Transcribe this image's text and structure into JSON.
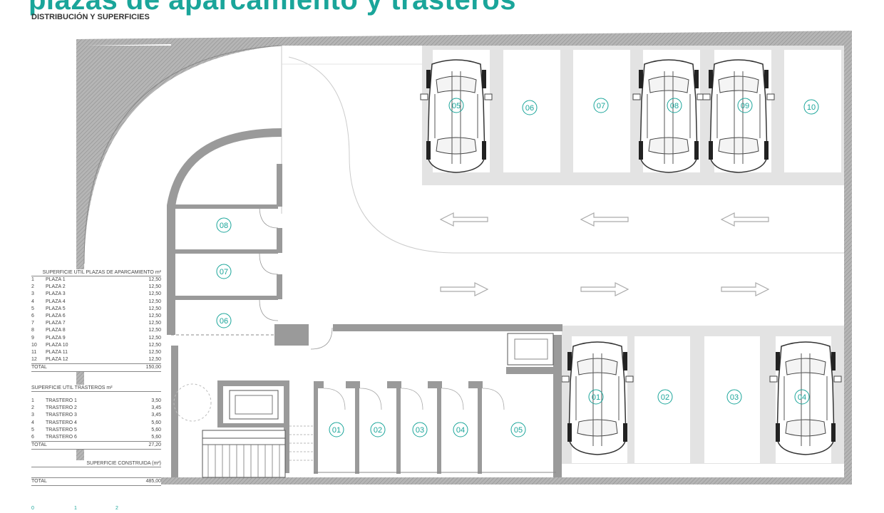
{
  "header": {
    "title": "plazas de aparcamiento y trasteros",
    "subtitle": "DISTRIBUCIÓN Y SUPERFICIES"
  },
  "parking_labels": [
    "05",
    "06",
    "07",
    "08",
    "09",
    "10",
    "01",
    "02",
    "03",
    "04"
  ],
  "storage_labels": [
    "01",
    "02",
    "03",
    "04",
    "05"
  ],
  "room_labels": [
    "08",
    "07",
    "06"
  ],
  "table_parking": {
    "header": "SUPERFICIE UTIL PLAZAS DE APARCAMIENTO m²",
    "rows": [
      {
        "n": "1",
        "name": "PLAZA 1",
        "val": "12,50"
      },
      {
        "n": "2",
        "name": "PLAZA 2",
        "val": "12,50"
      },
      {
        "n": "3",
        "name": "PLAZA 3",
        "val": "12,50"
      },
      {
        "n": "4",
        "name": "PLAZA 4",
        "val": "12,50"
      },
      {
        "n": "5",
        "name": "PLAZA 5",
        "val": "12,50"
      },
      {
        "n": "6",
        "name": "PLAZA 6",
        "val": "12,50"
      },
      {
        "n": "7",
        "name": "PLAZA 7",
        "val": "12,50"
      },
      {
        "n": "8",
        "name": "PLAZA 8",
        "val": "12,50"
      },
      {
        "n": "9",
        "name": "PLAZA 9",
        "val": "12,50"
      },
      {
        "n": "10",
        "name": "PLAZA 10",
        "val": "12,50"
      },
      {
        "n": "11",
        "name": "PLAZA 11",
        "val": "12,50"
      },
      {
        "n": "12",
        "name": "PLAZA 12",
        "val": "12,50"
      }
    ],
    "total_label": "TOTAL",
    "total_val": "150,00"
  },
  "table_storage": {
    "header": "SUPERFICIE UTIL TRASTEROS m²",
    "rows": [
      {
        "n": "1",
        "name": "TRASTERO 1",
        "val": "3,50"
      },
      {
        "n": "2",
        "name": "TRASTERO 2",
        "val": "3,45"
      },
      {
        "n": "3",
        "name": "TRASTERO 3",
        "val": "3,45"
      },
      {
        "n": "4",
        "name": "TRASTERO 4",
        "val": "5,60"
      },
      {
        "n": "5",
        "name": "TRASTERO 5",
        "val": "5,60"
      },
      {
        "n": "6",
        "name": "TRASTERO 6",
        "val": "5,60"
      }
    ],
    "total_label": "TOTAL",
    "total_val": "27,20"
  },
  "table_built": {
    "header": "SUPERFICIE CONSTRUIDA (m²)",
    "total_label": "TOTAL",
    "total_val": "485,00"
  },
  "scale": [
    "0",
    "1",
    "2"
  ],
  "colors": {
    "accent": "#1aa59a",
    "wall": "#9a9a9a",
    "bay": "#e8e8e8"
  }
}
